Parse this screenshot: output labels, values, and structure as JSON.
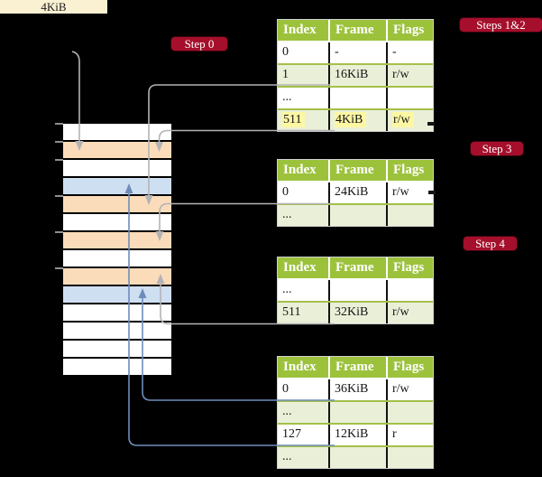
{
  "colors": {
    "background": "#000000",
    "page_size_box_bg": "#faf0d2",
    "step_label_bg": "#a50f2b",
    "step_label_text": "#ffffff",
    "memory_free": "#ffffff",
    "memory_page_table": "#fbdcba",
    "memory_mapped_page": "#cfdff2",
    "tick_gray": "#8f8f8f",
    "table_header_green": "#9cc23c",
    "table_border_green": "#a4c04a",
    "table_outline_gray": "#cfcfcf",
    "table_row_alt_green": "#eaf0d8",
    "highlight_yellow": "#fdf7a4",
    "pointer_gray": "#b3b3b6",
    "pointer_blue": "#6e8cba"
  },
  "page_size_box": {
    "label": "4KiB"
  },
  "step_labels": {
    "step0": "Step 0",
    "steps_1_2": "Steps 1&2",
    "step3": "Step 3",
    "step4": "Step 4"
  },
  "memory": {
    "row_kinds": [
      "empty",
      "table",
      "empty",
      "page",
      "table",
      "empty",
      "table",
      "empty",
      "table",
      "page",
      "empty",
      "empty",
      "empty",
      "empty"
    ],
    "tick_ys": [
      137,
      157,
      177,
      217,
      257,
      297
    ]
  },
  "tables": [
    {
      "name": "page-table-steps-1-2",
      "columns": [
        "Index",
        "Frame",
        "Flags"
      ],
      "rows": [
        {
          "cells": [
            "0",
            "-",
            "-"
          ],
          "highlight": false
        },
        {
          "cells": [
            "1",
            "16KiB",
            "r/w"
          ],
          "highlight": false
        },
        {
          "cells": [
            "...",
            "",
            ""
          ],
          "highlight": false
        },
        {
          "cells": [
            "511",
            "4KiB",
            "r/w"
          ],
          "highlight": true
        }
      ]
    },
    {
      "name": "page-table-step-3",
      "columns": [
        "Index",
        "Frame",
        "Flags"
      ],
      "rows": [
        {
          "cells": [
            "0",
            "24KiB",
            "r/w"
          ],
          "highlight": false
        },
        {
          "cells": [
            "...",
            "",
            ""
          ],
          "highlight": false
        }
      ]
    },
    {
      "name": "page-table-step-4",
      "columns": [
        "Index",
        "Frame",
        "Flags"
      ],
      "rows": [
        {
          "cells": [
            "...",
            "",
            ""
          ],
          "highlight": false
        },
        {
          "cells": [
            "511",
            "32KiB",
            "r/w"
          ],
          "highlight": false
        }
      ]
    },
    {
      "name": "page-table-level-1",
      "columns": [
        "Index",
        "Frame",
        "Flags"
      ],
      "rows": [
        {
          "cells": [
            "0",
            "36KiB",
            "r/w"
          ],
          "highlight": false
        },
        {
          "cells": [
            "...",
            "",
            ""
          ],
          "highlight": false
        },
        {
          "cells": [
            "127",
            "12KiB",
            "r"
          ],
          "highlight": false
        },
        {
          "cells": [
            "...",
            "",
            ""
          ],
          "highlight": false
        }
      ]
    }
  ],
  "connectors": [
    {
      "name": "pointer-4kib-box-to-frame-4kib",
      "color": "gray"
    },
    {
      "name": "pointer-entry-511-4kib-to-frame-4kib",
      "color": "gray"
    },
    {
      "name": "pointer-entry-1-16kib-to-frame-16kib",
      "color": "gray"
    },
    {
      "name": "pointer-entry-0-24kib-to-frame-24kib",
      "color": "gray"
    },
    {
      "name": "pointer-entry-511-32kib-to-frame-32kib",
      "color": "gray"
    },
    {
      "name": "pointer-entry-0-36kib-to-frame-36kib",
      "color": "blue"
    },
    {
      "name": "pointer-entry-127-12kib-to-frame-12kib",
      "color": "blue"
    }
  ]
}
